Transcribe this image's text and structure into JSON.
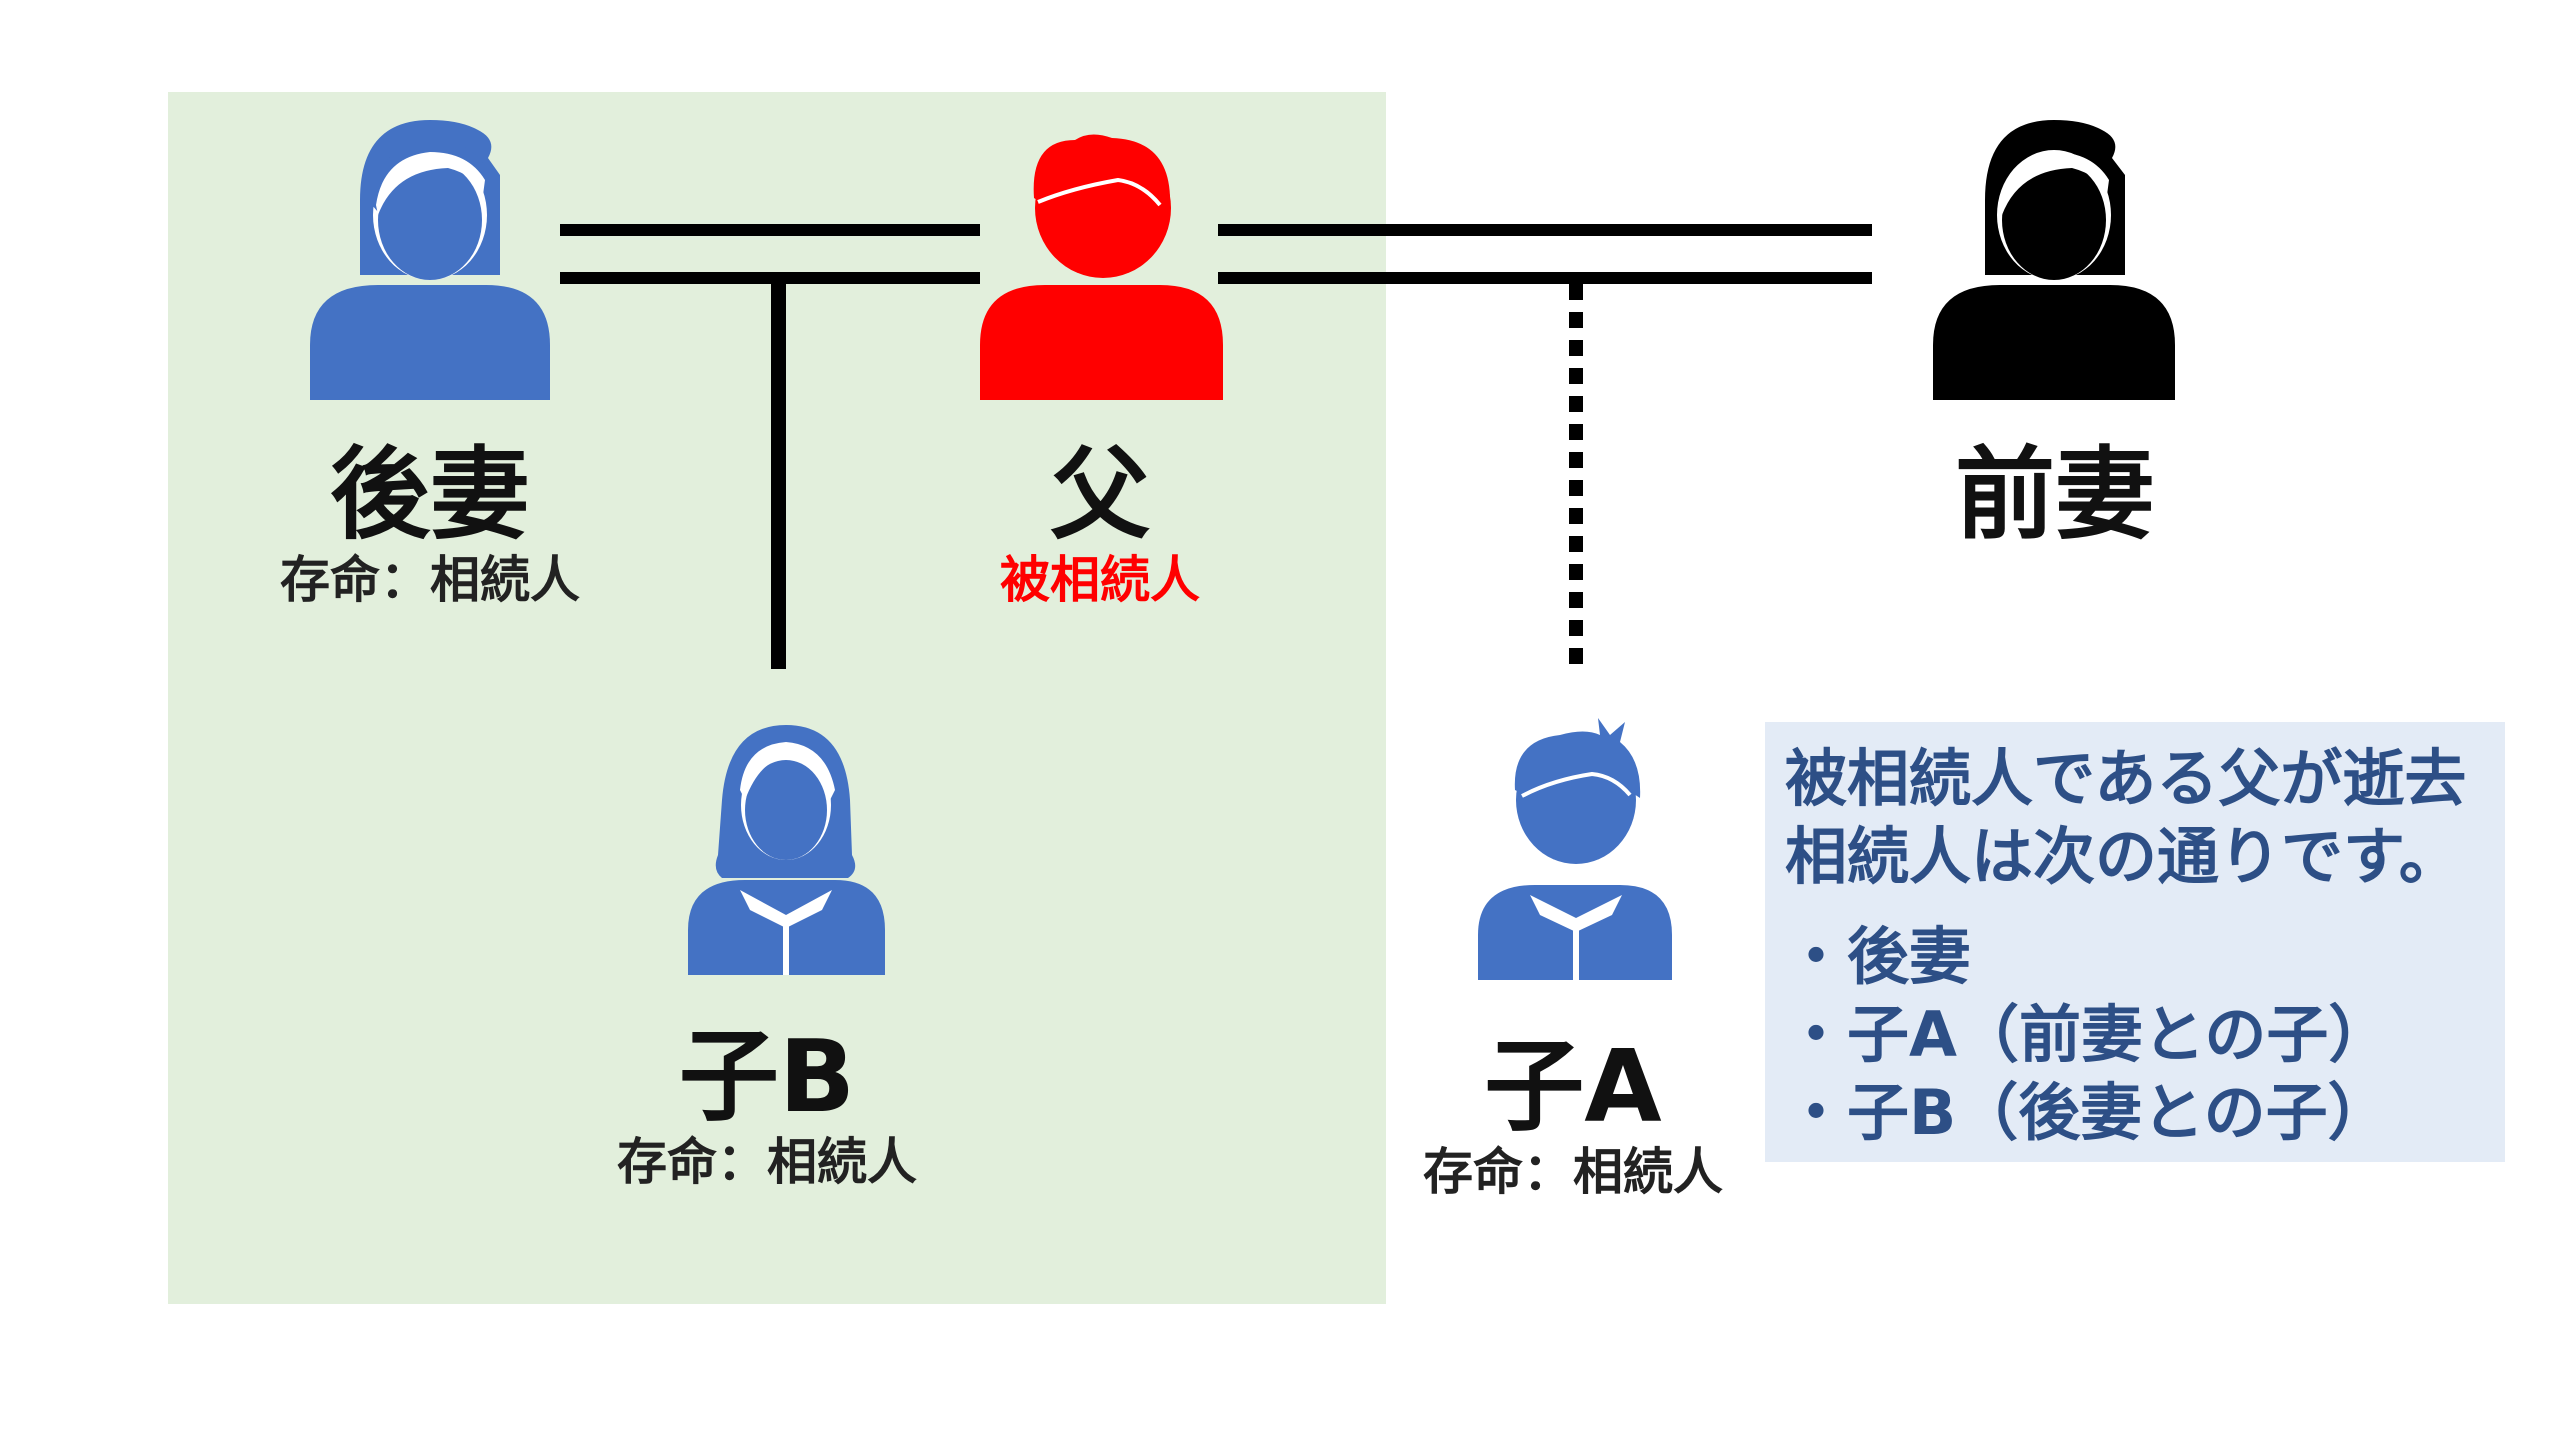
{
  "colors": {
    "living": "#4472c4",
    "deceased": "#ff0000",
    "former": "#000000",
    "highlight_region": "#e2efdc",
    "note_bg": "#e3ebf6",
    "note_text": "#2d4f86"
  },
  "persons": {
    "second_wife": {
      "name": "後妻",
      "status": "存命：相続人",
      "icon": "woman-icon"
    },
    "father": {
      "name": "父",
      "status": "被相続人",
      "icon": "man-icon"
    },
    "former_wife": {
      "name": "前妻",
      "status": "",
      "icon": "woman-icon"
    },
    "child_b": {
      "name": "子B",
      "status": "存命：相続人",
      "icon": "girl-icon"
    },
    "child_a": {
      "name": "子A",
      "status": "存命：相続人",
      "icon": "boy-icon"
    }
  },
  "note": {
    "lines": [
      "被相続人である父が逝去",
      "相続人は次の通りです。"
    ],
    "items": [
      "後妻",
      "子A（前妻との子）",
      "子B（後妻との子）"
    ]
  }
}
